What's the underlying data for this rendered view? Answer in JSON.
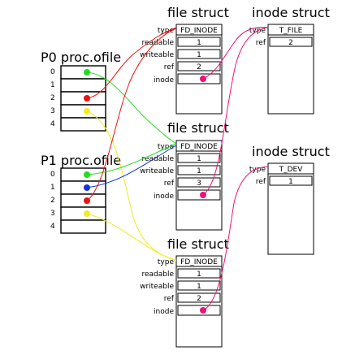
{
  "colors": {
    "green": "#22dd22",
    "red": "#ee1111",
    "yellow": "#eeee22",
    "blue": "#1133dd",
    "magenta": "#ee1177"
  },
  "titles": {
    "file_struct": "file struct",
    "inode_struct": "inode struct"
  },
  "processes": [
    {
      "label": "P0 proc.ofile",
      "indices": [
        "0",
        "1",
        "2",
        "3",
        "4"
      ]
    },
    {
      "label": "P1 proc.ofile",
      "indices": [
        "0",
        "1",
        "2",
        "3",
        "4"
      ]
    }
  ],
  "file_fields": [
    "type",
    "readable",
    "writeable",
    "ref",
    "inode"
  ],
  "files": [
    {
      "type": "FD_INODE",
      "readable": "1",
      "writeable": "1",
      "ref": "2"
    },
    {
      "type": "FD_INODE",
      "readable": "1",
      "writeable": "1",
      "ref": "3"
    },
    {
      "type": "FD_INODE",
      "readable": "1",
      "writeable": "1",
      "ref": "2"
    }
  ],
  "inode_fields": [
    "type",
    "ref"
  ],
  "inodes": [
    {
      "type": "T_FILE",
      "ref": "2"
    },
    {
      "type": "T_DEV",
      "ref": "1"
    }
  ]
}
